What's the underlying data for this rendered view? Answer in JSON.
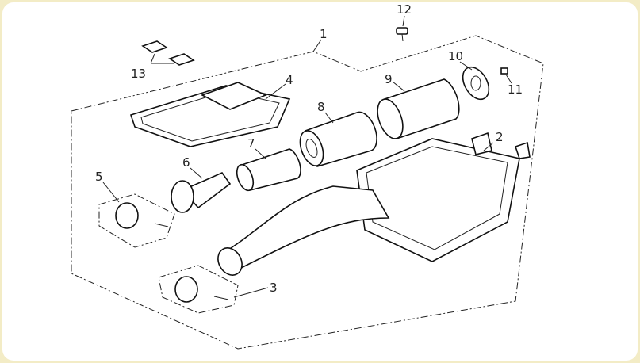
{
  "diagram": {
    "callouts": [
      "1",
      "2",
      "3",
      "4",
      "5",
      "6",
      "7",
      "8",
      "9",
      "10",
      "11",
      "12",
      "13"
    ]
  },
  "colors": {
    "border": "#f3ecc6",
    "background": "#ffffff",
    "line": "#111111"
  }
}
